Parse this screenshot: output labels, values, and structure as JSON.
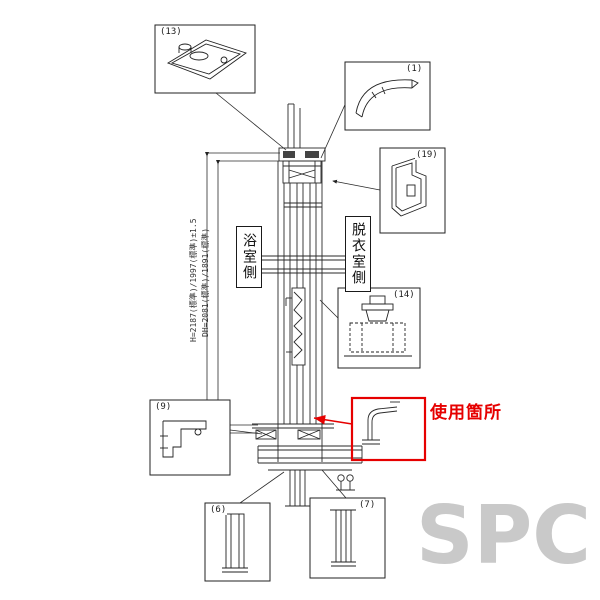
{
  "diagram": {
    "watermark": "SPC",
    "usage_label": "使用箇所",
    "labels": {
      "bath_side": "浴室側",
      "dressing_side": "脱衣室側"
    },
    "dimensions": {
      "height": "H=2187(標準)/1997(標準)±1.5",
      "door_height": "DH=2081(標準)/1891(標準)"
    },
    "callouts": {
      "c13": "(13)",
      "c1": "(1)",
      "c19": "(19)",
      "c14": "(14)",
      "c9": "(9)",
      "c6": "(6)",
      "c7": "(7)"
    },
    "colors": {
      "highlight": "#e60000",
      "watermark": "#c9c9c9",
      "line": "#2a2a2a"
    }
  }
}
